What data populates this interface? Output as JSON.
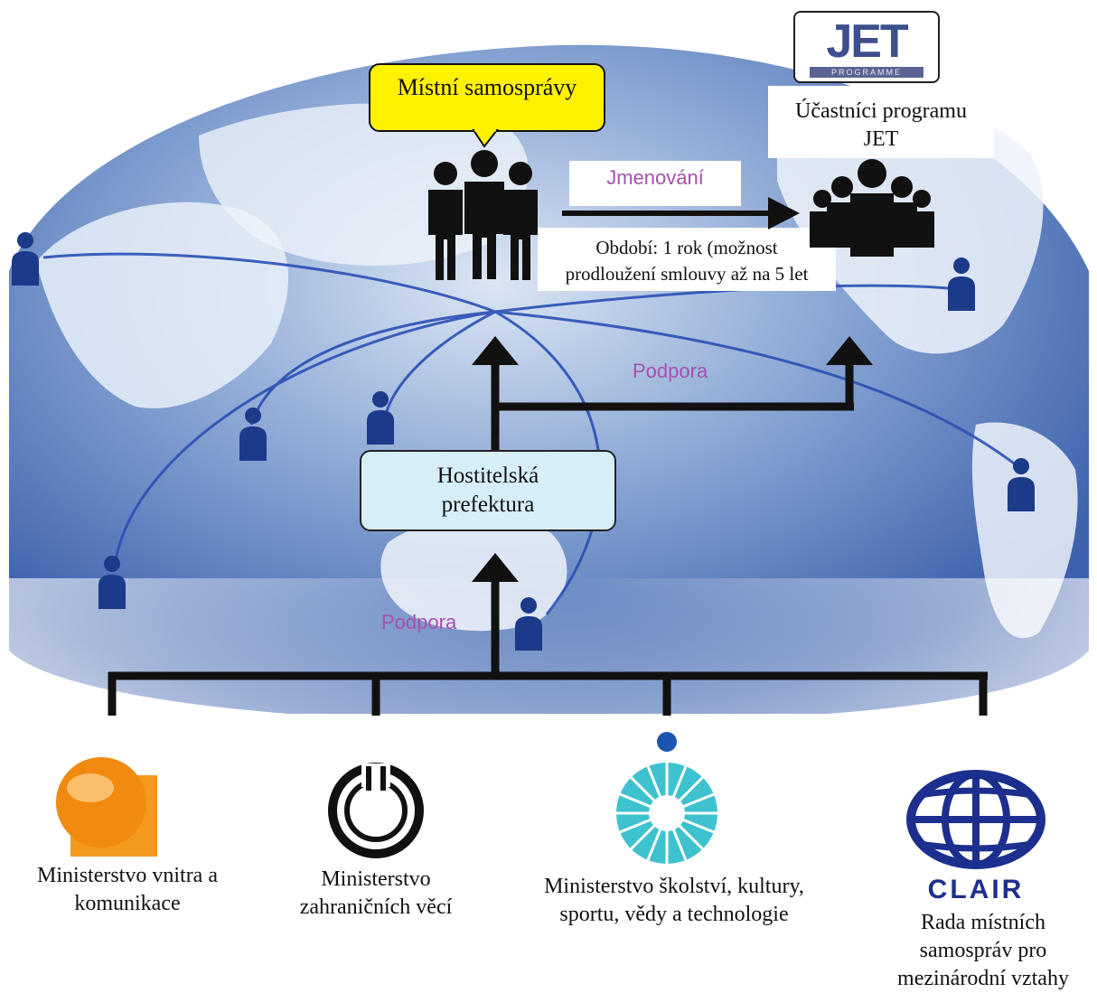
{
  "callout": {
    "label": "Místní samosprávy"
  },
  "jet": {
    "logo_letters": "JET",
    "logo_band": "PROGRAMME",
    "participants_label_line1": "Účastníci programu",
    "participants_label_line2": "JET"
  },
  "appointment": {
    "label": "Jmenování",
    "period_line1": "Období: 1 rok (možnost",
    "period_line2": "prodloužení smlouvy až na 5 let"
  },
  "support_labels": {
    "right": "Podpora",
    "bottom": "Podpora"
  },
  "host_prefecture": {
    "line1": "Hostitelská",
    "line2": "prefektura"
  },
  "ministries": [
    {
      "line1": "Ministerstvo vnitra a",
      "line2": "komunikace",
      "line3": ""
    },
    {
      "line1": "Ministerstvo",
      "line2": "zahraničních věcí",
      "line3": ""
    },
    {
      "line1": "Ministerstvo školství, kultury,",
      "line2": "sportu, vědy a technologie",
      "line3": ""
    },
    {
      "line1": "Rada místních",
      "line2": "samospráv pro",
      "line3": "mezinárodní vztahy"
    }
  ],
  "clair_logo_text": "CLAIR",
  "colors": {
    "ocean_blue": "#4a6fb5",
    "land_light": "#e8eff8",
    "person_navy": "#1c3a8a",
    "callout_yellow": "#fff200",
    "host_box": "#d6eef8",
    "support_purple": "#a64fb0",
    "mic_orange": "#f08a10",
    "mext_teal": "#3fc2cf",
    "clair_navy": "#1d2f8e"
  }
}
